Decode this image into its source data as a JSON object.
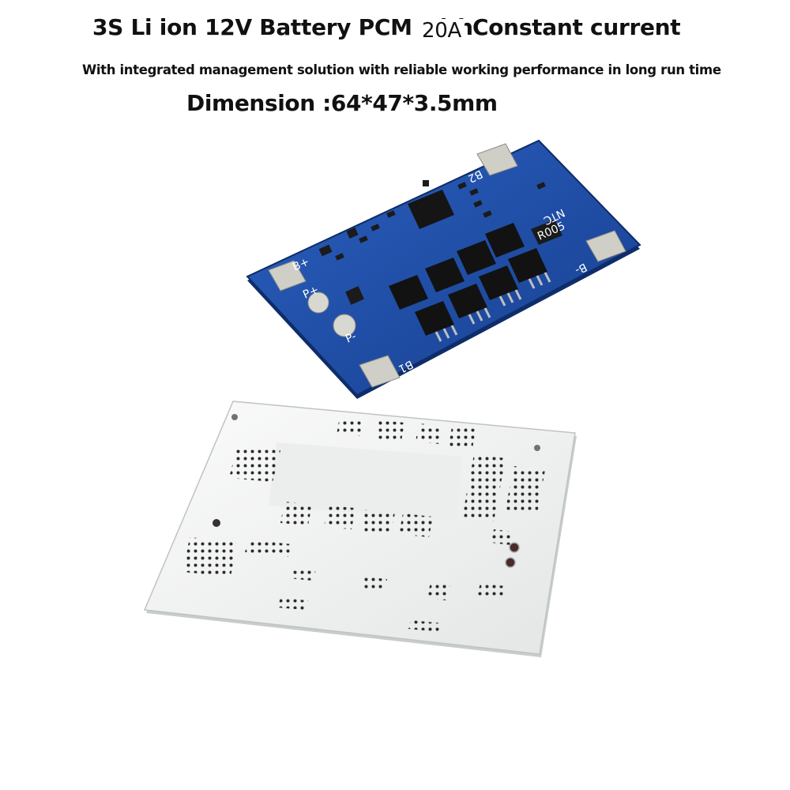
{
  "heading": {
    "title_part1": "3S Li ion 12V Battery PCM with",
    "title_current": "20A",
    "title_part2": "Constant current",
    "subtitle": "With integrated management solution with reliable working performance in long run time",
    "dimension": "Dimension :64*47*3.5mm"
  },
  "board_front": {
    "color": "#1d4fa8",
    "pad_labels": {
      "b_plus": "B+",
      "b_minus": "B-",
      "b1": "B1",
      "b2": "B2",
      "p_plus": "P+",
      "p_minus": "P-",
      "ntc": "NTC"
    },
    "resistor_marking": "R005",
    "mosfet_count": 8
  },
  "board_back": {
    "color": "#f2f3f3"
  }
}
